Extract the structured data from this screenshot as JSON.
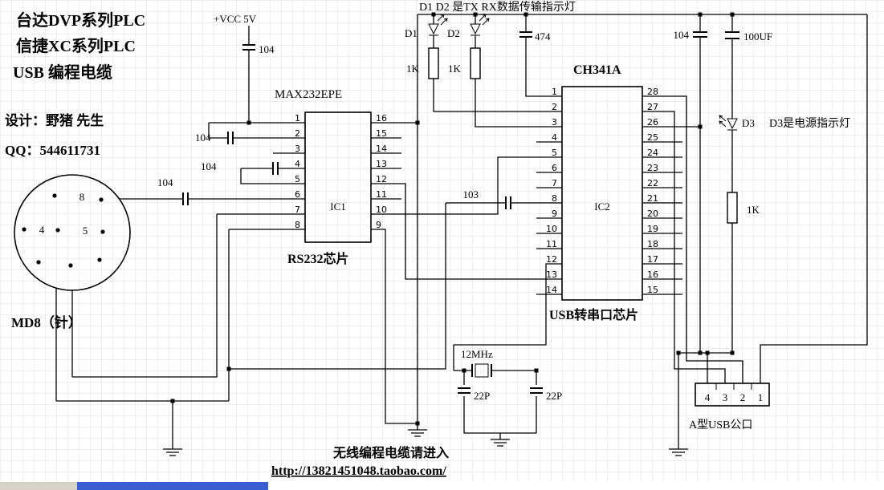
{
  "colors": {
    "ink": "#000000",
    "grid": "#dcdcdc",
    "footer_gray": "#d6d2c8",
    "footer_blue": "#3a5fd0"
  },
  "titles": {
    "line1": "台达DVP系列PLC",
    "line2": "信捷XC系列PLC",
    "line3": "USB  编程电缆",
    "designer": "设计：野猪 先生",
    "qq": "QQ：544611731"
  },
  "notes": {
    "top": "D1 D2 是TX RX数据传输指示灯",
    "d3": "D3是电源指示灯",
    "bottom1": "无线编程电缆请进入",
    "bottom2": "http://13821451048.taobao.com/"
  },
  "power": {
    "vcc": "+VCC 5V"
  },
  "md8": {
    "label": "MD8（针）",
    "pin_top": "8",
    "pin_left": "4",
    "pin_right": "5"
  },
  "ic1": {
    "part": "MAX232EPE",
    "ref": "IC1",
    "caption": "RS232芯片",
    "left_pins": [
      "1",
      "2",
      "3",
      "4",
      "5",
      "6",
      "7",
      "8"
    ],
    "right_pins": [
      "16",
      "15",
      "14",
      "13",
      "12",
      "11",
      "10",
      "9"
    ]
  },
  "ic2": {
    "part": "CH341A",
    "ref": "IC2",
    "caption": "USB转串口芯片",
    "left_pins": [
      "1",
      "2",
      "3",
      "4",
      "5",
      "6",
      "7",
      "8",
      "9",
      "10",
      "11",
      "12",
      "13",
      "14"
    ],
    "right_pins": [
      "28",
      "27",
      "26",
      "25",
      "24",
      "23",
      "22",
      "21",
      "20",
      "19",
      "18",
      "17",
      "16",
      "15"
    ]
  },
  "usb": {
    "label": "A型USB公口",
    "pins": [
      "4",
      "3",
      "2",
      "1"
    ]
  },
  "caps": {
    "c_vcc": "104",
    "c_a": "104",
    "c_b": "104",
    "c_c": "104",
    "c_474": "474",
    "c_103": "103",
    "c_right": "104",
    "c_100uf": "100UF",
    "c_22p_1": "22P",
    "c_22p_2": "22P"
  },
  "resistors": {
    "r1": "1K",
    "r2": "1K",
    "r3": "1K"
  },
  "diodes": {
    "d1": "D1",
    "d2": "D2",
    "d3": "D3"
  },
  "crystal": {
    "freq": "12MHz"
  }
}
